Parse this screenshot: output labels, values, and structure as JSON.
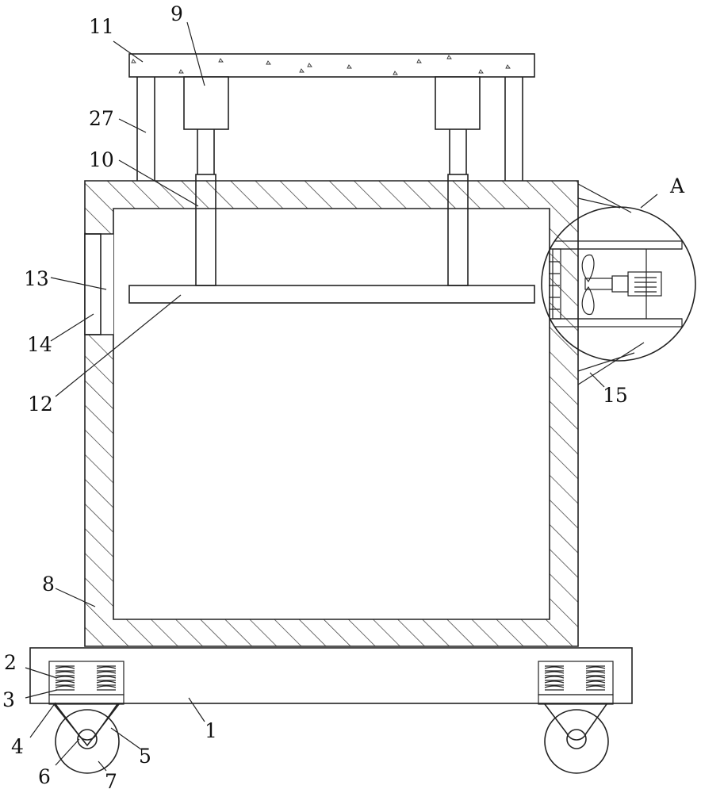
{
  "figure": {
    "labels": {
      "l1": "1",
      "l2": "2",
      "l3": "3",
      "l4": "4",
      "l5": "5",
      "l6": "6",
      "l7": "7",
      "l8": "8",
      "l9": "9",
      "l10": "10",
      "l11": "11",
      "l12": "12",
      "l13": "13",
      "l14": "14",
      "l15": "15",
      "l27": "27",
      "lA": "A"
    }
  }
}
